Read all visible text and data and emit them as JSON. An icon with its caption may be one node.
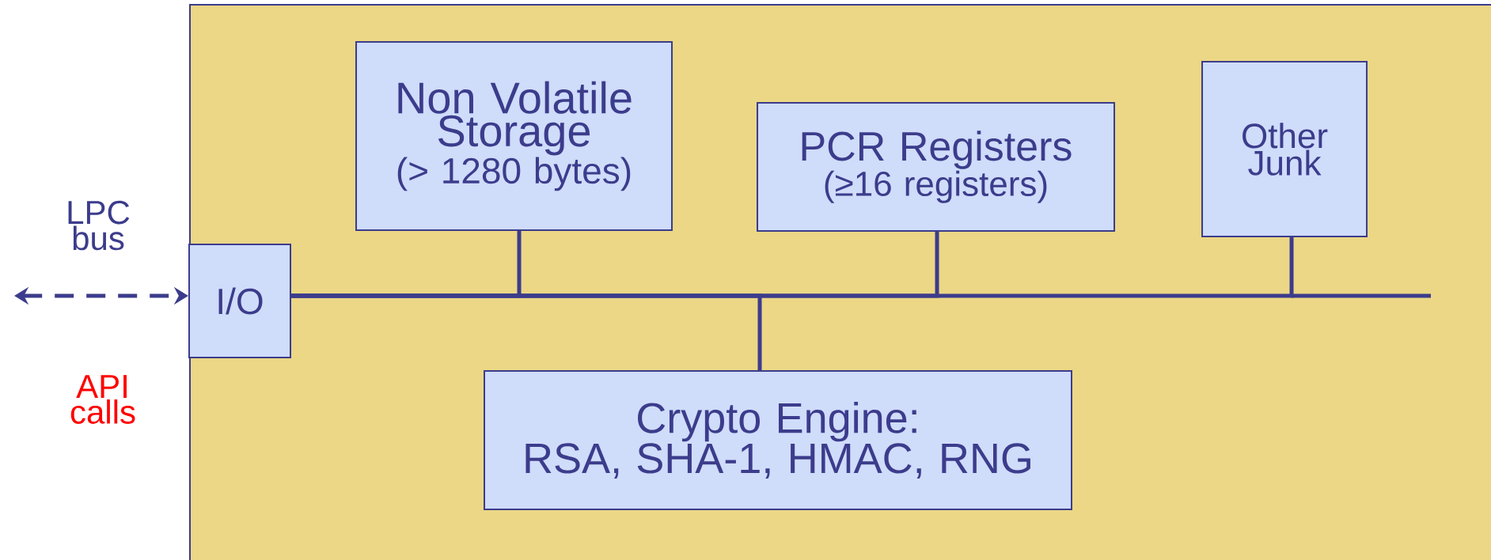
{
  "diagram": {
    "nodes": [
      {
        "text": [],
        "shape": "box"
      },
      {
        "text": [
          "I/O"
        ],
        "in": 0
      },
      {
        "text": [
          "Non Volatile Storage",
          "(> 1280 bytes)"
        ],
        "in": 0
      },
      {
        "text": [
          "PCR Registers",
          "(≥16 registers)"
        ],
        "in": 0
      },
      {
        "text": [
          "Other Junk"
        ],
        "in": 0
      },
      {
        "text": [
          "Crypto Engine:",
          "RSA, SHA-1, HMAC, RNG"
        ],
        "in": 0
      }
    ],
    "edges": [
      {
        "from": null,
        "to": 1,
        "arrow": "both",
        "style": "dashed",
        "label": "LPC bus"
      },
      {
        "from": 1,
        "to": 2,
        "arrow": "none"
      },
      {
        "from": 1,
        "to": 3,
        "arrow": "none"
      },
      {
        "from": 1,
        "to": 4,
        "arrow": "none"
      },
      {
        "from": 1,
        "to": 5,
        "arrow": "none"
      }
    ],
    "labels": [
      "API calls"
    ]
  }
}
